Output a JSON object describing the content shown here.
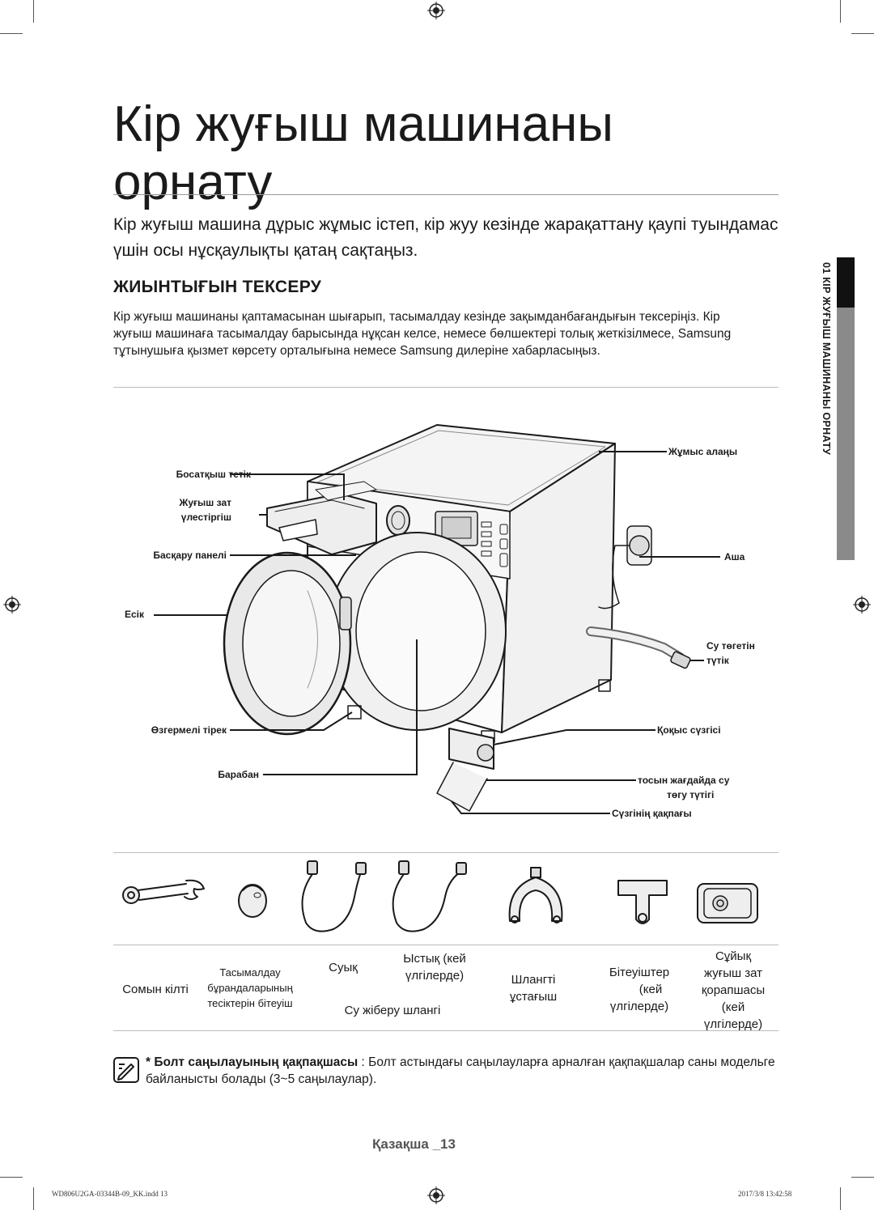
{
  "title_line1": "Кір жуғыш машинаны",
  "title_line2": "орнату",
  "lead": "Кір жуғыш машина дұрыс жұмыс істеп, кір жуу кезінде жарақаттану қаупі туындамас үшін осы нұсқаулықты қатаң сақтаңыз.",
  "section_title": "ЖИЫНТЫҒЫН ТЕКСЕРУ",
  "section_body": "Кір жуғыш машинаны қаптамасынан шығарып, тасымалдау кезінде зақымданбағандығын тексеріңіз. Кір жуғыш машинаға тасымалдау барысында нұқсан келсе, немесе бөлшектері толық жеткізілмесе, Samsung тұтынушыға қызмет көрсету орталығына немесе Samsung дилеріне хабарласыңыз.",
  "side_tab": "01 КІР ЖУҒЫШ МАШИНАНЫ ОРНАТУ",
  "diagram_labels": {
    "release_lever": "Босатқыш тетік",
    "detergent_l1": "Жуғыш зат",
    "detergent_l2": "үлестіргіш",
    "control_panel": "Басқару панелі",
    "door": "Есік",
    "adjustable_feet": "Өзгермелі тірек",
    "drum": "Барабан",
    "worktop": "Жұмыс алаңы",
    "plug": "Аша",
    "drain_hose_l1": "Су төгетін",
    "drain_hose_l2": "түтік",
    "debris_filter": "Қоқыс сүзгісі",
    "emergency_l1": "тосын жағдайда су",
    "emergency_l2": "төгу түтігі",
    "filter_cover": "Сүзгінің қақпағы"
  },
  "accessories": {
    "spanner": "Сомын кілті",
    "bolt_caps_l1": "Тасымалдау",
    "bolt_caps_l2": "бұрандаларының",
    "bolt_caps_l3": "тесіктерін бітеуіш",
    "cold": "Суық",
    "hot_l1": "Ыстық (кей",
    "hot_l2": "үлгілерде)",
    "water_hose": "Су жіберу шлангі",
    "hose_guide_l1": "Шлангті",
    "hose_guide_l2": "ұстағыш",
    "blanking_l1": "Бітеуіштер",
    "blanking_l2": "(кей",
    "blanking_l3": "үлгілерде)",
    "liquid_l1": "Сұйық",
    "liquid_l2": "жуғыш зат",
    "liquid_l3": "қорапшасы",
    "liquid_l4": "(кей",
    "liquid_l5": "үлгілерде)"
  },
  "note": {
    "star": "*",
    "bold": "Болт саңылауының қақпақшасы",
    "text": " : Болт астындағы саңылауларға арналған қақпақшалар саны модельге байланысты болады (3~5 саңылаулар)."
  },
  "footer": "Қазақша _13",
  "meta_file": "WD806U2GA-03344B-09_KK.indd   13",
  "meta_date": "2017/3/8   13:42:58",
  "colors": {
    "tab_black": "#111111",
    "tab_gray": "#8a8a8a",
    "text": "#1a1a1a"
  }
}
